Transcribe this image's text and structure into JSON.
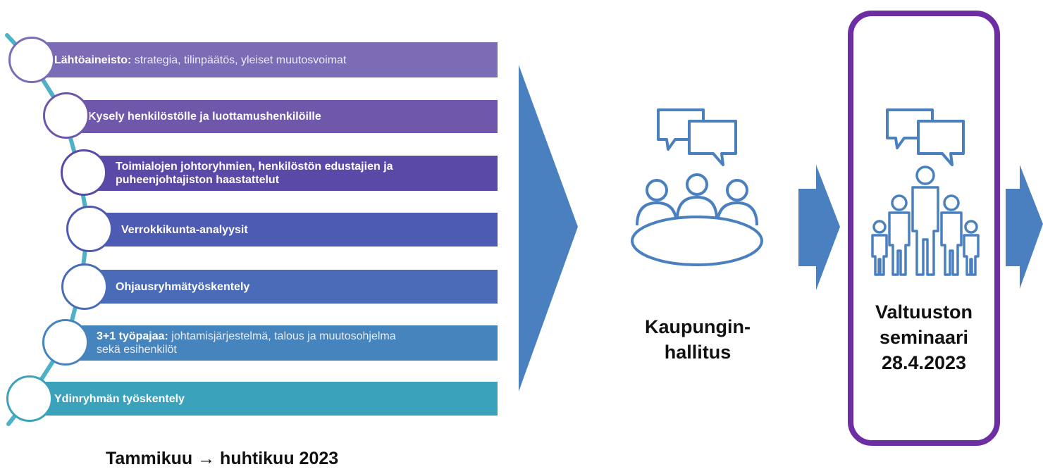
{
  "process_steps": [
    {
      "bold": "Lähtöaineisto:",
      "rest": " strategia, tilinpäätös, yleiset muutosvoimat",
      "color": "#7b6cb5"
    },
    {
      "bold": "Kysely henkilöstölle ja luottamushenkilöille",
      "rest": "",
      "color": "#6f57a9"
    },
    {
      "bold": "Toimialojen johtoryhmien, henkilöstön edustajien ja puheenjohtajiston haastattelut",
      "rest": "",
      "color": "#5a49a6"
    },
    {
      "bold": "Verrokkikunta-analyysit",
      "rest": "",
      "color": "#4e5bb2"
    },
    {
      "bold": "Ohjausryhmätyöskentely",
      "rest": "",
      "color": "#4a6cb8"
    },
    {
      "bold": "3+1 työpajaa:",
      "rest": " johtamisjärjestelmä, talous ja muutosohjelma sekä  esihenkilöt",
      "color": "#4684bd"
    },
    {
      "bold": "Ydinryhmän työskentely",
      "rest": "",
      "color": "#3aa3bb"
    }
  ],
  "period_label": "Tammikuu → huhtikuu 2023",
  "board_label": "Kaupungin-\nhallitus",
  "seminar_label": "Valtuuston\nseminaari\n28.4.2023",
  "colors": {
    "arrow": "#4a80c0",
    "icon": "#4a80c0",
    "seminar_border": "#6e2ea3",
    "timeline_line": "#4fb1c8",
    "circle_border": "#6b52a6"
  },
  "icons": [
    "speech-bubbles-icon",
    "meeting-table-icon",
    "group-of-people-icon"
  ]
}
